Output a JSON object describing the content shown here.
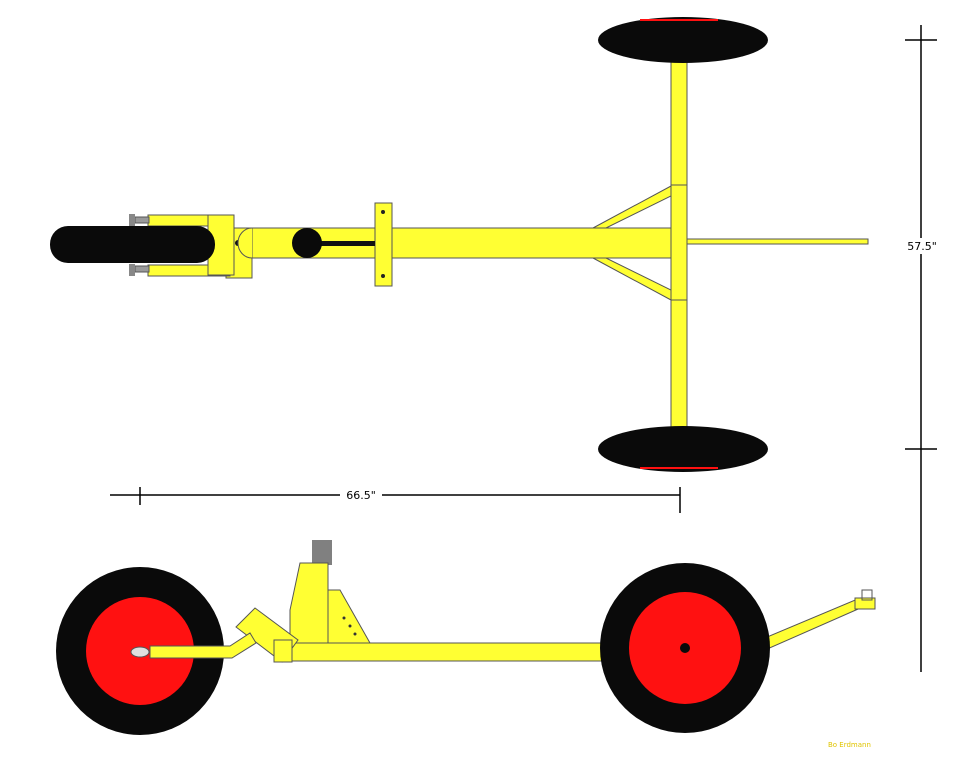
{
  "drawing": {
    "colors": {
      "frame": "#ffff33",
      "outline": "#555555",
      "tire": "#0a0a0a",
      "rim": "#ff1111",
      "background": "#ffffff",
      "dimension": "#000000",
      "strut": "#c9c9a0",
      "post": "#808080"
    },
    "dimensions": {
      "width_label": "57.5\"",
      "length_label": "66.5\""
    },
    "signature": "Bo Erdmann"
  }
}
